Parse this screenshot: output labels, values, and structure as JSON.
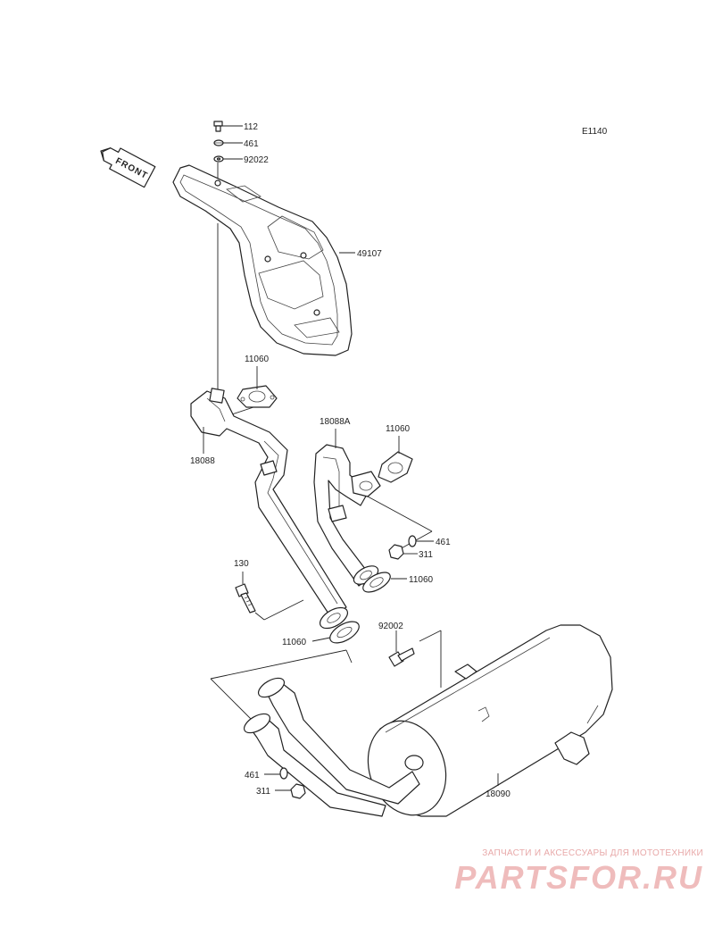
{
  "diagram_code": "E1140",
  "front_label": "FRONT",
  "parts": {
    "p112": "112",
    "p461_top": "461",
    "p92022": "92022",
    "p49107": "49107",
    "p11060_a": "11060",
    "p18088": "18088",
    "p18088A": "18088A",
    "p11060_b": "11060",
    "p461_mid": "461",
    "p311_mid": "311",
    "p11060_c": "11060",
    "p130": "130",
    "p11060_d": "11060",
    "p92002": "92002",
    "p461_bot": "461",
    "p311_bot": "311",
    "p18090": "18090"
  },
  "watermark": {
    "tagline": "ЗАПЧАСТИ И АКСЕССУАРЫ ДЛЯ МОТОТЕХНИКИ",
    "brand": "PARTSFOR.RU"
  }
}
